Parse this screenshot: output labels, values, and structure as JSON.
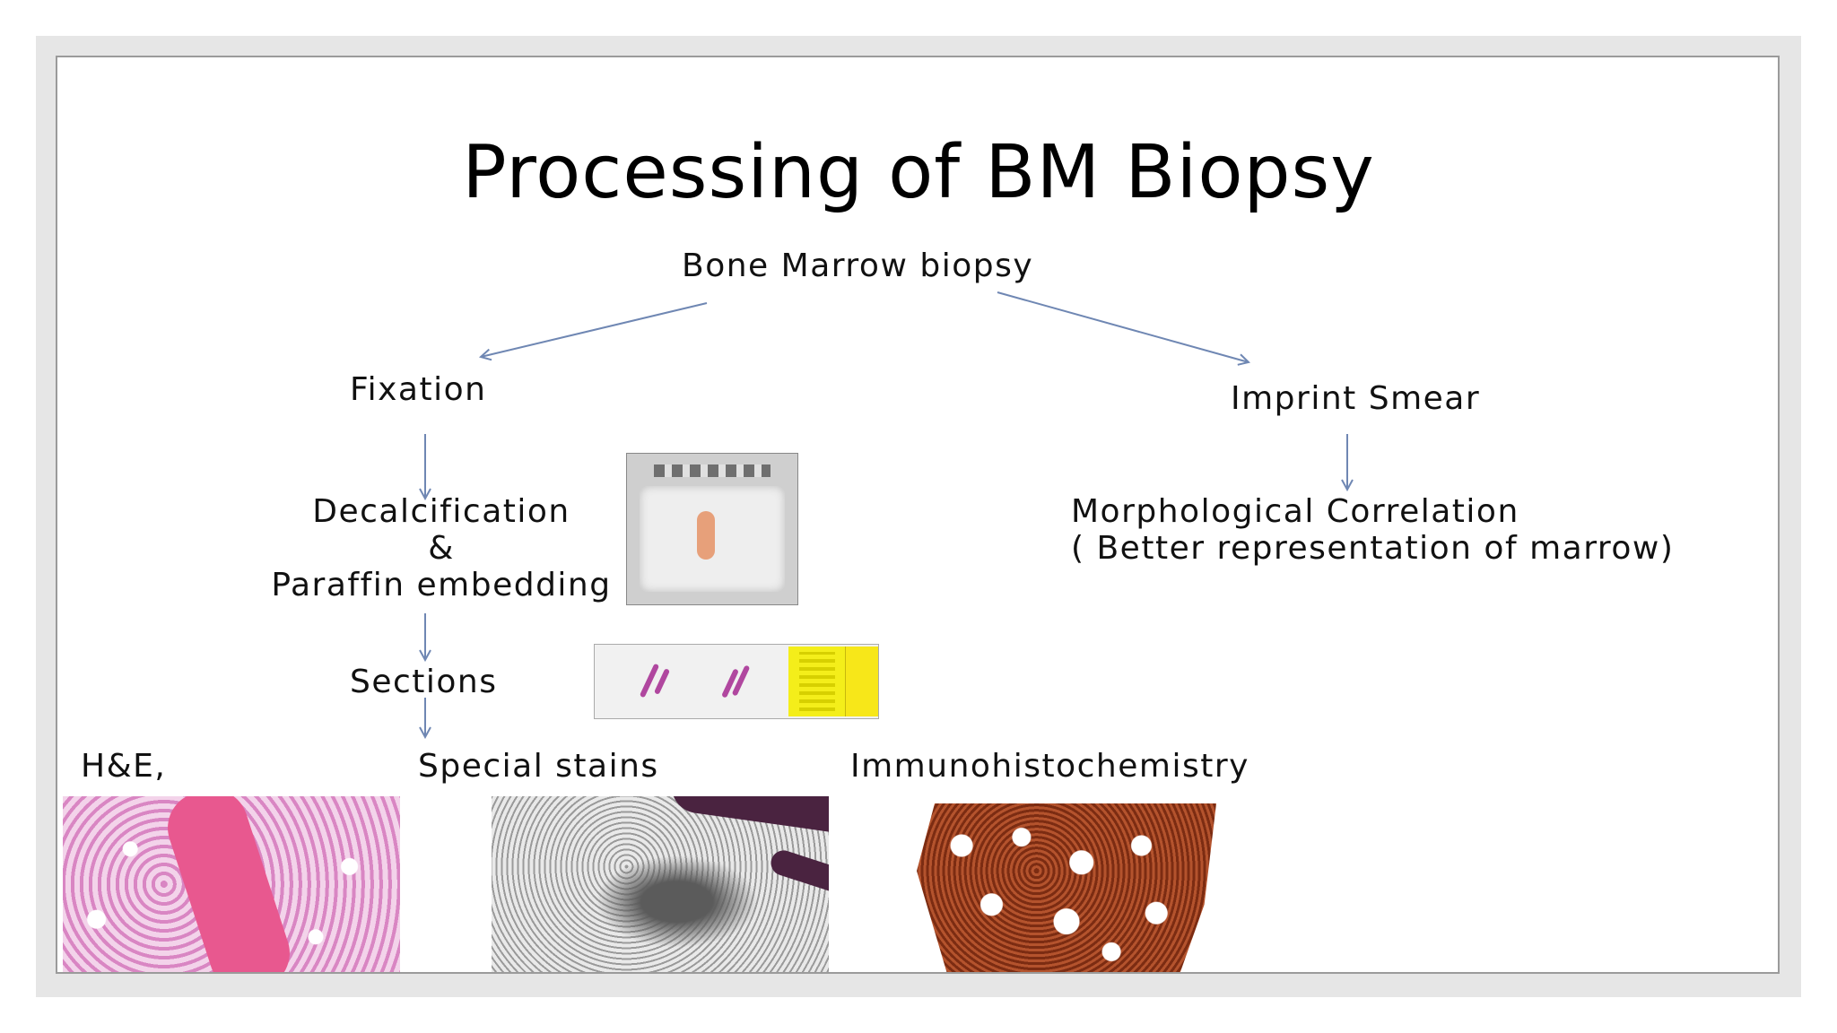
{
  "slide": {
    "title": "Processing of BM Biopsy",
    "root": "Bone Marrow biopsy",
    "left_branch": {
      "fixation": "Fixation",
      "decal_line1": "Decalcification",
      "decal_line2": "&",
      "decal_line3": "Paraffin embedding",
      "sections": "Sections"
    },
    "right_branch": {
      "imprint": "Imprint Smear",
      "morph_line1": "Morphological  Correlation",
      "morph_line2": "( Better representation  of marrow)"
    },
    "stains": {
      "he": "H&E,",
      "special": "Special  stains",
      "ihc": "Immunohistochemistry"
    }
  },
  "colors": {
    "arrow": "#6f87b3",
    "frame": "#e6e6e6",
    "border": "#9b9b9b"
  },
  "images": [
    "tissue-cassette-photo",
    "glass-slide-photo",
    "he-micrograph",
    "special-stain-micrograph",
    "ihc-micrograph"
  ]
}
